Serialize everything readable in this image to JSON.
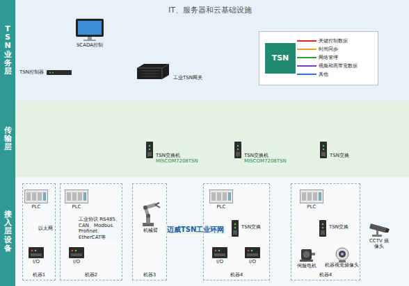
{
  "diagram": {
    "nodes": [
      {
        "text": [
          "TSN业务层",
          "IT、服务器和云基础设施"
        ]
      },
      {
        "text": [
          "SCADA控制"
        ],
        "in": 0
      },
      {
        "text": [
          "TSN控制器"
        ],
        "in": 0
      },
      {
        "text": [
          "工业TSN网关"
        ],
        "in": 0
      },
      {
        "text": [
          "传输层",
          "迈威TSN工业环网"
        ]
      },
      {
        "text": [
          "TSN交换机",
          "MISCOM7208TSN"
        ],
        "in": 4
      },
      {
        "text": [
          "TSN交换机",
          "MISCOM7208TSN"
        ],
        "in": 4
      },
      {
        "text": [
          "TSN交换"
        ],
        "in": 4
      },
      {
        "text": [
          "接入层设备"
        ]
      },
      {
        "text": [
          "机器1"
        ],
        "in": 8
      },
      {
        "text": [
          "PLC"
        ],
        "in": 9
      },
      {
        "text": [
          "I/O"
        ],
        "in": 9
      },
      {
        "text": [
          "机器2"
        ],
        "in": 8
      },
      {
        "text": [
          "PLC"
        ],
        "in": 12
      },
      {
        "text": [
          "I/O"
        ],
        "in": 12
      },
      {
        "text": [
          "机器3"
        ],
        "in": 8
      },
      {
        "text": [
          "机械臂"
        ],
        "in": 15
      },
      {
        "text": [
          "机器4"
        ],
        "in": 8
      },
      {
        "text": [
          "PLC"
        ],
        "in": 17
      },
      {
        "text": [
          "TSN交换"
        ],
        "in": 17
      },
      {
        "text": [
          "I/O"
        ],
        "in": 17
      },
      {
        "text": [
          "I/O"
        ],
        "in": 17
      },
      {
        "text": [
          "机器4"
        ],
        "in": 8
      },
      {
        "text": [
          "PLC"
        ],
        "in": 22
      },
      {
        "text": [
          "TSN交换"
        ],
        "in": 22
      },
      {
        "text": [
          "伺服电机"
        ],
        "in": 22
      },
      {
        "text": [
          "机器视觉摄像头"
        ],
        "in": 22
      },
      {
        "text": [
          "CCTV 摄像头"
        ],
        "in": 8
      }
    ],
    "edges": [
      {
        "from": 1,
        "to": 3,
        "arrow": "none"
      },
      {
        "from": 5,
        "to": 16,
        "arrow": "none"
      },
      {
        "from": 6,
        "to": 18,
        "arrow": "none"
      },
      {
        "from": 7,
        "to": 23,
        "arrow": "none"
      },
      {
        "from": 7,
        "to": 27,
        "arrow": "none"
      },
      {
        "from": 10,
        "to": 11,
        "label": "以太网",
        "arrow": "none"
      },
      {
        "from": 13,
        "to": 14,
        "label": "工业协议 RS485、CAN、Modbus、Profinet、EtherCAT等",
        "arrow": "none"
      },
      {
        "from": 18,
        "to": 19,
        "arrow": "none"
      },
      {
        "from": 19,
        "to": 20,
        "arrow": "none"
      },
      {
        "from": 19,
        "to": 21,
        "arrow": "none"
      },
      {
        "from": 23,
        "to": 24,
        "arrow": "none"
      },
      {
        "from": 24,
        "to": 25,
        "arrow": "none"
      },
      {
        "from": 24,
        "to": 26,
        "arrow": "none"
      }
    ],
    "labels": [
      "TSN"
    ],
    "legend": [
      {
        "text": "关键控制数据",
        "color": "#e02424"
      },
      {
        "text": "时间同步",
        "color": "#f0a020"
      },
      {
        "text": "网络管理",
        "color": "#2f9e3a"
      },
      {
        "text": "视频和高带宽数据",
        "color": "#7040c0"
      },
      {
        "text": "其他",
        "color": "#3070d0"
      }
    ]
  }
}
